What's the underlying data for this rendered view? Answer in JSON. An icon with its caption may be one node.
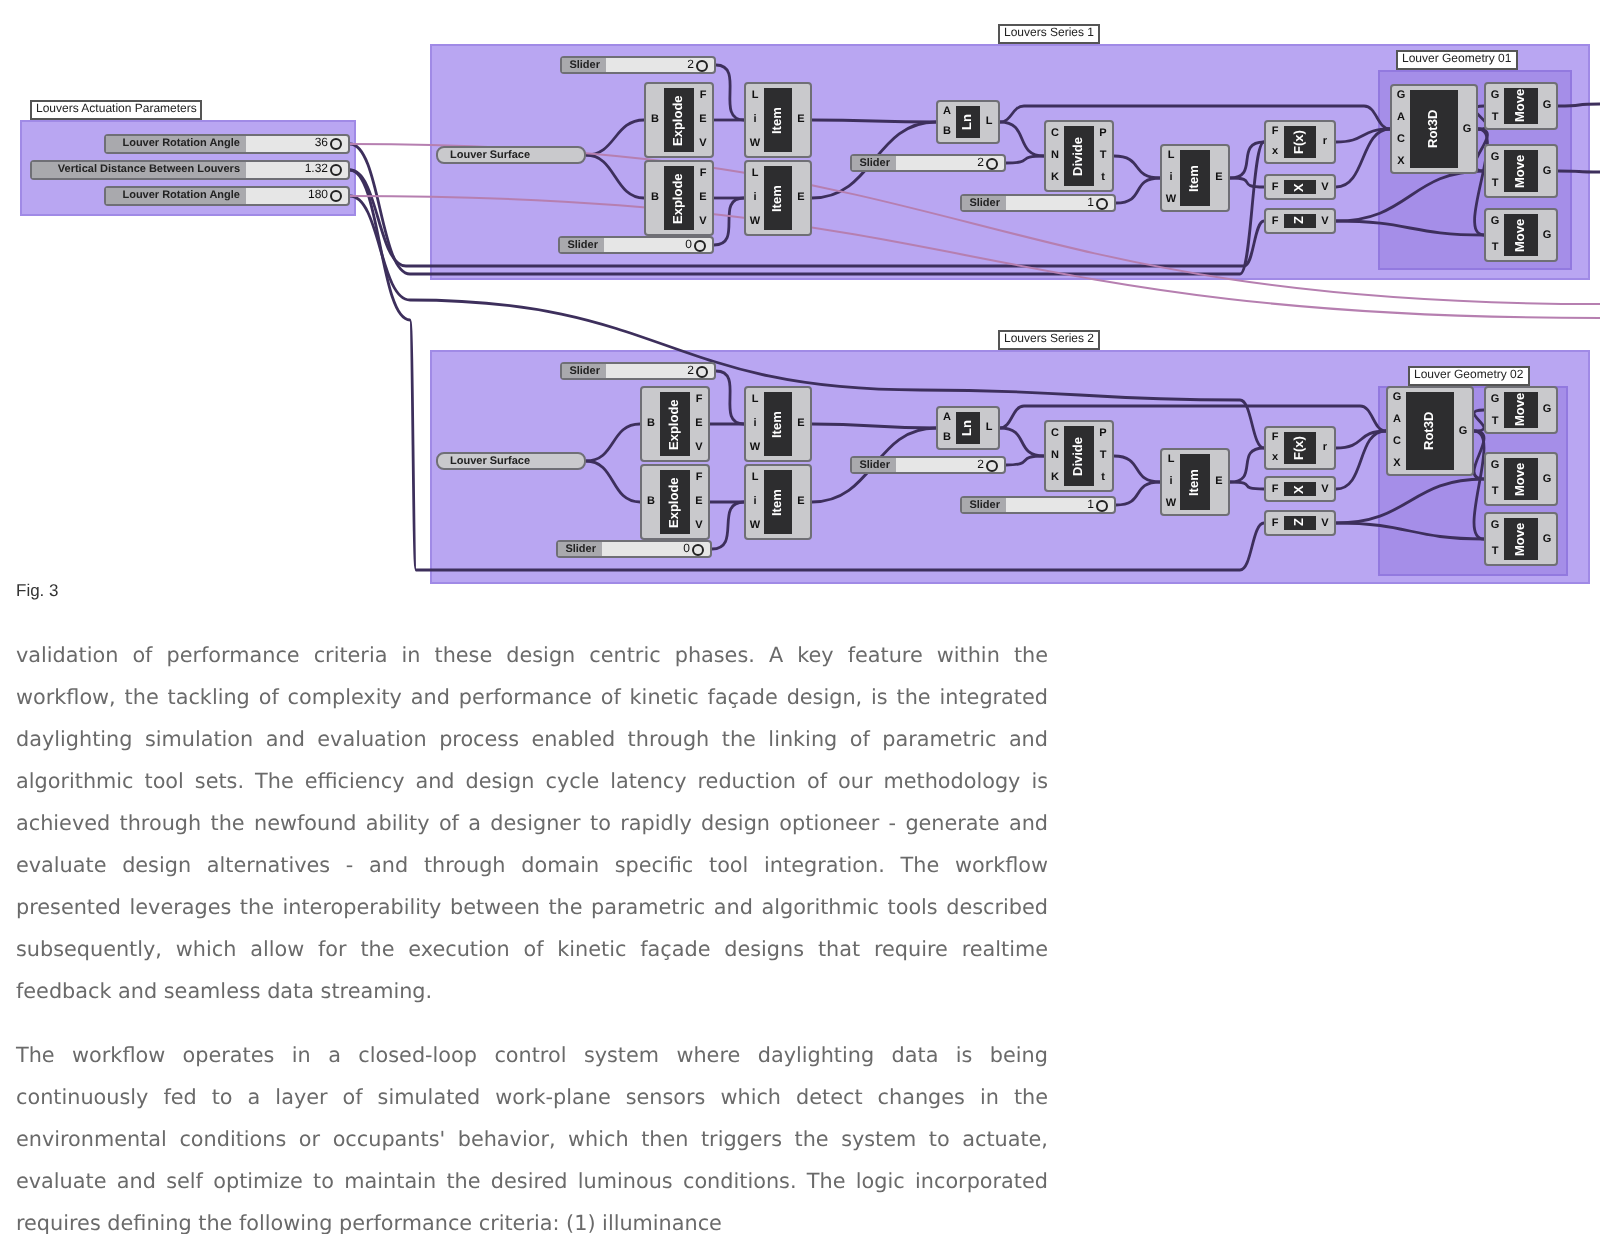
{
  "diagram": {
    "nodes": [
      {
        "text": [
          "Louvers Actuation Parameters"
        ]
      },
      {
        "text": [
          "Louver Rotation Angle",
          "36"
        ],
        "in": 0
      },
      {
        "text": [
          "Vertical Distance Between Louvers",
          "1.32"
        ],
        "in": 0
      },
      {
        "text": [
          "Louver Rotation Angle",
          "180"
        ],
        "in": 0
      },
      {
        "text": [
          "Louvers Series 1"
        ]
      },
      {
        "text": [
          "Louver Geometry 01"
        ],
        "in": 4
      },
      {
        "text": [
          "Slider",
          "2"
        ],
        "in": 4
      },
      {
        "text": [
          "B",
          "Explode",
          "F",
          "E",
          "V"
        ],
        "in": 4
      },
      {
        "text": [
          "L",
          "i",
          "W",
          "Item",
          "E"
        ],
        "in": 4
      },
      {
        "text": [
          "Louver Surface"
        ],
        "in": 4
      },
      {
        "text": [
          "B",
          "Explode",
          "F",
          "E",
          "V"
        ],
        "in": 4
      },
      {
        "text": [
          "L",
          "i",
          "W",
          "Item",
          "E"
        ],
        "in": 4
      },
      {
        "text": [
          "Slider",
          "0"
        ],
        "in": 4
      },
      {
        "text": [
          "A",
          "B",
          "Ln",
          "L"
        ],
        "in": 4
      },
      {
        "text": [
          "Slider",
          "2"
        ],
        "in": 4
      },
      {
        "text": [
          "C",
          "N",
          "K",
          "Divide",
          "P",
          "T",
          "t"
        ],
        "in": 4
      },
      {
        "text": [
          "Slider",
          "1"
        ],
        "in": 4
      },
      {
        "text": [
          "L",
          "i",
          "W",
          "Item",
          "E"
        ],
        "in": 4
      },
      {
        "text": [
          "F",
          "x",
          "F(x)",
          "r"
        ],
        "in": 4
      },
      {
        "text": [
          "F",
          "X",
          "V"
        ],
        "in": 4
      },
      {
        "text": [
          "F",
          "Z",
          "V"
        ],
        "in": 4
      },
      {
        "text": [
          "G",
          "A",
          "C",
          "X",
          "Rot3D",
          "G"
        ],
        "in": 5
      },
      {
        "text": [
          "G",
          "T",
          "Move",
          "G"
        ],
        "in": 5
      },
      {
        "text": [
          "G",
          "T",
          "Move",
          "G"
        ],
        "in": 5
      },
      {
        "text": [
          "G",
          "T",
          "Move",
          "G"
        ],
        "in": 5
      },
      {
        "text": [
          "Louvers Series 2"
        ]
      },
      {
        "text": [
          "Louver Geometry 02"
        ],
        "in": 25
      },
      {
        "text": [
          "Slider",
          "2"
        ],
        "in": 25
      },
      {
        "text": [
          "B",
          "Explode",
          "F",
          "E",
          "V"
        ],
        "in": 25
      },
      {
        "text": [
          "L",
          "i",
          "W",
          "Item",
          "E"
        ],
        "in": 25
      },
      {
        "text": [
          "Louver Surface"
        ],
        "in": 25
      },
      {
        "text": [
          "B",
          "Explode",
          "F",
          "E",
          "V"
        ],
        "in": 25
      },
      {
        "text": [
          "L",
          "i",
          "W",
          "Item",
          "E"
        ],
        "in": 25
      },
      {
        "text": [
          "Slider",
          "0"
        ],
        "in": 25
      },
      {
        "text": [
          "A",
          "B",
          "Ln",
          "L"
        ],
        "in": 25
      },
      {
        "text": [
          "Slider",
          "2"
        ],
        "in": 25
      },
      {
        "text": [
          "C",
          "N",
          "K",
          "Divide",
          "P",
          "T",
          "t"
        ],
        "in": 25
      },
      {
        "text": [
          "Slider",
          "1"
        ],
        "in": 25
      },
      {
        "text": [
          "L",
          "i",
          "W",
          "Item",
          "E"
        ],
        "in": 25
      },
      {
        "text": [
          "F",
          "x",
          "F(x)",
          "r"
        ],
        "in": 25
      },
      {
        "text": [
          "F",
          "X",
          "V"
        ],
        "in": 25
      },
      {
        "text": [
          "F",
          "Z",
          "V"
        ],
        "in": 25
      },
      {
        "text": [
          "G",
          "A",
          "C",
          "X",
          "Rot3D",
          "G"
        ],
        "in": 26
      },
      {
        "text": [
          "G",
          "T",
          "Move",
          "G"
        ],
        "in": 26
      },
      {
        "text": [
          "G",
          "T",
          "Move",
          "G"
        ],
        "in": 26
      },
      {
        "text": [
          "G",
          "T",
          "Move",
          "G"
        ],
        "in": 26
      }
    ],
    "edges": [
      {
        "from": 6,
        "to": 8,
        "arrow": "none"
      },
      {
        "from": 12,
        "to": 11,
        "arrow": "none"
      },
      {
        "from": 9,
        "to": 7,
        "arrow": "none"
      },
      {
        "from": 9,
        "to": 10,
        "arrow": "none"
      },
      {
        "from": 7,
        "to": 8,
        "arrow": "none"
      },
      {
        "from": 10,
        "to": 11,
        "arrow": "none"
      },
      {
        "from": 8,
        "to": 13,
        "arrow": "none"
      },
      {
        "from": 11,
        "to": 13,
        "arrow": "none"
      },
      {
        "from": 13,
        "to": 15,
        "arrow": "none"
      },
      {
        "from": 14,
        "to": 15,
        "arrow": "none"
      },
      {
        "from": 13,
        "to": 21,
        "arrow": "none"
      },
      {
        "from": 15,
        "to": 17,
        "arrow": "none"
      },
      {
        "from": 16,
        "to": 17,
        "arrow": "none"
      },
      {
        "from": 17,
        "to": 18,
        "arrow": "none"
      },
      {
        "from": 17,
        "to": 19,
        "arrow": "none"
      },
      {
        "from": 18,
        "to": 21,
        "arrow": "none"
      },
      {
        "from": 19,
        "to": 21,
        "arrow": "none"
      },
      {
        "from": 21,
        "to": 22,
        "arrow": "none"
      },
      {
        "from": 21,
        "to": 23,
        "arrow": "none"
      },
      {
        "from": 21,
        "to": 24,
        "arrow": "none"
      },
      {
        "from": 20,
        "to": 23,
        "arrow": "none"
      },
      {
        "from": 20,
        "to": 24,
        "arrow": "none"
      },
      {
        "from": 22,
        "to": null,
        "arrow": "none"
      },
      {
        "from": 23,
        "to": null,
        "arrow": "none"
      },
      {
        "from": 1,
        "to": 18,
        "arrow": "none"
      },
      {
        "from": 2,
        "to": 20,
        "arrow": "none"
      },
      {
        "from": 2,
        "to": 41,
        "arrow": "none"
      },
      {
        "from": 3,
        "to": 39,
        "arrow": "none"
      },
      {
        "from": 1,
        "to": null,
        "arrow": "none",
        "color": "#b67fb0"
      },
      {
        "from": 3,
        "to": null,
        "arrow": "none",
        "color": "#b67fb0"
      },
      {
        "from": 27,
        "to": 29,
        "arrow": "none"
      },
      {
        "from": 33,
        "to": 32,
        "arrow": "none"
      },
      {
        "from": 30,
        "to": 28,
        "arrow": "none"
      },
      {
        "from": 30,
        "to": 31,
        "arrow": "none"
      },
      {
        "from": 28,
        "to": 29,
        "arrow": "none"
      },
      {
        "from": 31,
        "to": 32,
        "arrow": "none"
      },
      {
        "from": 29,
        "to": 34,
        "arrow": "none"
      },
      {
        "from": 32,
        "to": 34,
        "arrow": "none"
      },
      {
        "from": 34,
        "to": 36,
        "arrow": "none"
      },
      {
        "from": 35,
        "to": 36,
        "arrow": "none"
      },
      {
        "from": 34,
        "to": 42,
        "arrow": "none"
      },
      {
        "from": 36,
        "to": 38,
        "arrow": "none"
      },
      {
        "from": 37,
        "to": 38,
        "arrow": "none"
      },
      {
        "from": 38,
        "to": 39,
        "arrow": "none"
      },
      {
        "from": 38,
        "to": 40,
        "arrow": "none"
      },
      {
        "from": 39,
        "to": 42,
        "arrow": "none"
      },
      {
        "from": 40,
        "to": 42,
        "arrow": "none"
      },
      {
        "from": 42,
        "to": 43,
        "arrow": "none"
      },
      {
        "from": 42,
        "to": 44,
        "arrow": "none"
      },
      {
        "from": 42,
        "to": 45,
        "arrow": "none"
      },
      {
        "from": 41,
        "to": 44,
        "arrow": "none"
      },
      {
        "from": 41,
        "to": 45,
        "arrow": "none"
      }
    ],
    "labels": [
      "Fig. 3",
      "validation of performance criteria in these design centric phases. A key feature within the workflow, the tackling of complexity and performance of kinetic façade design, is the integrated daylighting simulation and evaluation process enabled through the linking of parametric and algorithmic tool sets. The efficiency and design cycle latency reduction of our methodology is achieved through the newfound ability of a designer to rapidly design optioneer - generate and evaluate design alternatives - and through domain specific tool integration. The workflow presented leverages the interoperability between the parametric and algorithmic tools described subsequently, which allow for the execution of kinetic façade designs that require realtime feedback and seamless data streaming.",
      "The workflow operates in a closed-loop control system where daylighting data is being continuously fed to a layer of simulated work-plane sensors which detect changes in the environmental conditions or occupants' behavior, which then triggers the system to actuate, evaluate and self optimize to maintain the desired luminous conditions. The logic incorporated requires defining the following performance criteria: (1) illuminance"
    ]
  }
}
